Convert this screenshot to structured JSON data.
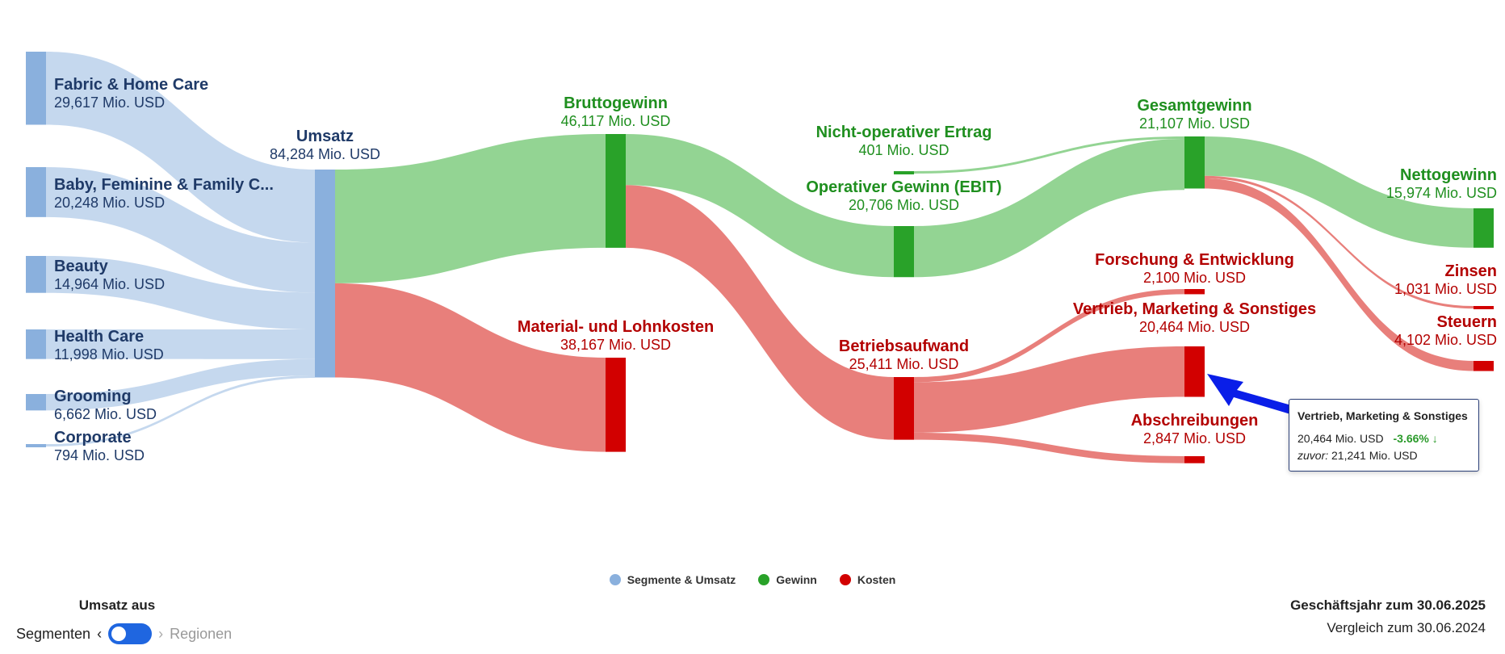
{
  "chart_data": {
    "type": "sankey",
    "unit": "Mio. USD",
    "nodes": [
      {
        "id": "fabric",
        "label": "Fabric & Home Care",
        "value_label": "29,617 Mio. USD",
        "value": 29617,
        "group": "segment"
      },
      {
        "id": "baby",
        "label": "Baby, Feminine & Family C...",
        "value_label": "20,248 Mio. USD",
        "value": 20248,
        "group": "segment"
      },
      {
        "id": "beauty",
        "label": "Beauty",
        "value_label": "14,964 Mio. USD",
        "value": 14964,
        "group": "segment"
      },
      {
        "id": "health",
        "label": "Health Care",
        "value_label": "11,998 Mio. USD",
        "value": 11998,
        "group": "segment"
      },
      {
        "id": "grooming",
        "label": "Grooming",
        "value_label": "6,662 Mio. USD",
        "value": 6662,
        "group": "segment"
      },
      {
        "id": "corporate",
        "label": "Corporate",
        "value_label": "794 Mio. USD",
        "value": 794,
        "group": "segment"
      },
      {
        "id": "umsatz",
        "label": "Umsatz",
        "value_label": "84,284 Mio. USD",
        "value": 84284,
        "group": "segment"
      },
      {
        "id": "brutto",
        "label": "Bruttogewinn",
        "value_label": "46,117 Mio. USD",
        "value": 46117,
        "group": "profit"
      },
      {
        "id": "material",
        "label": "Material- und Lohnkosten",
        "value_label": "38,167 Mio. USD",
        "value": 38167,
        "group": "cost"
      },
      {
        "id": "nonop",
        "label": "Nicht-operativer Ertrag",
        "value_label": "401 Mio. USD",
        "value": 401,
        "group": "profit"
      },
      {
        "id": "ebit",
        "label": "Operativer Gewinn (EBIT)",
        "value_label": "20,706 Mio. USD",
        "value": 20706,
        "group": "profit"
      },
      {
        "id": "betrieb",
        "label": "Betriebsaufwand",
        "value_label": "25,411 Mio. USD",
        "value": 25411,
        "group": "cost"
      },
      {
        "id": "gesamt",
        "label": "Gesamtgewinn",
        "value_label": "21,107 Mio. USD",
        "value": 21107,
        "group": "profit"
      },
      {
        "id": "forschung",
        "label": "Forschung & Entwicklung",
        "value_label": "2,100 Mio. USD",
        "value": 2100,
        "group": "cost"
      },
      {
        "id": "vertrieb",
        "label": "Vertrieb, Marketing & Sonstiges",
        "value_label": "20,464 Mio. USD",
        "value": 20464,
        "group": "cost"
      },
      {
        "id": "abschreib",
        "label": "Abschreibungen",
        "value_label": "2,847 Mio. USD",
        "value": 2847,
        "group": "cost"
      },
      {
        "id": "netto",
        "label": "Nettogewinn",
        "value_label": "15,974 Mio. USD",
        "value": 15974,
        "group": "profit"
      },
      {
        "id": "zinsen",
        "label": "Zinsen",
        "value_label": "1,031 Mio. USD",
        "value": 1031,
        "group": "cost"
      },
      {
        "id": "steuern",
        "label": "Steuern",
        "value_label": "4,102 Mio. USD",
        "value": 4102,
        "group": "cost"
      }
    ],
    "links": [
      {
        "source": "fabric",
        "target": "umsatz",
        "value": 29617
      },
      {
        "source": "baby",
        "target": "umsatz",
        "value": 20248
      },
      {
        "source": "beauty",
        "target": "umsatz",
        "value": 14964
      },
      {
        "source": "health",
        "target": "umsatz",
        "value": 11998
      },
      {
        "source": "grooming",
        "target": "umsatz",
        "value": 6662
      },
      {
        "source": "corporate",
        "target": "umsatz",
        "value": 794
      },
      {
        "source": "umsatz",
        "target": "brutto",
        "value": 46117
      },
      {
        "source": "umsatz",
        "target": "material",
        "value": 38167
      },
      {
        "source": "brutto",
        "target": "ebit",
        "value": 20706
      },
      {
        "source": "brutto",
        "target": "betrieb",
        "value": 25411
      },
      {
        "source": "nonop",
        "target": "gesamt",
        "value": 401
      },
      {
        "source": "ebit",
        "target": "gesamt",
        "value": 20706
      },
      {
        "source": "betrieb",
        "target": "forschung",
        "value": 2100
      },
      {
        "source": "betrieb",
        "target": "vertrieb",
        "value": 20464
      },
      {
        "source": "betrieb",
        "target": "abschreib",
        "value": 2847
      },
      {
        "source": "gesamt",
        "target": "netto",
        "value": 15974
      },
      {
        "source": "gesamt",
        "target": "zinsen",
        "value": 1031
      },
      {
        "source": "gesamt",
        "target": "steuern",
        "value": 4102
      }
    ],
    "colors": {
      "segment": "#8ab0dd",
      "segment_link": "#c5d8ee",
      "profit": "#29a229",
      "profit_link": "#93d493",
      "profit_text": "#1f8f1f",
      "cost": "#d20000",
      "cost_link": "#e87f7b",
      "cost_text": "#b30000",
      "segment_text": "#1f3a68"
    }
  },
  "legend": [
    {
      "label": "Segmente & Umsatz",
      "color": "#8ab0dd"
    },
    {
      "label": "Gewinn",
      "color": "#29a229"
    },
    {
      "label": "Kosten",
      "color": "#d20000"
    }
  ],
  "toggle": {
    "title": "Umsatz aus",
    "left_option": "Segmenten",
    "right_option": "Regionen"
  },
  "fiscal": {
    "title": "Geschäftsjahr zum 30.06.2025",
    "subtitle": "Vergleich zum 30.06.2024"
  },
  "tooltip": {
    "title": "Vertrieb, Marketing & Sonstiges",
    "value": "20,464 Mio. USD",
    "change": "-3.66%",
    "change_icon": "arrow-down-icon",
    "prev_label": "zuvor:",
    "prev_value": "21,241 Mio. USD"
  }
}
